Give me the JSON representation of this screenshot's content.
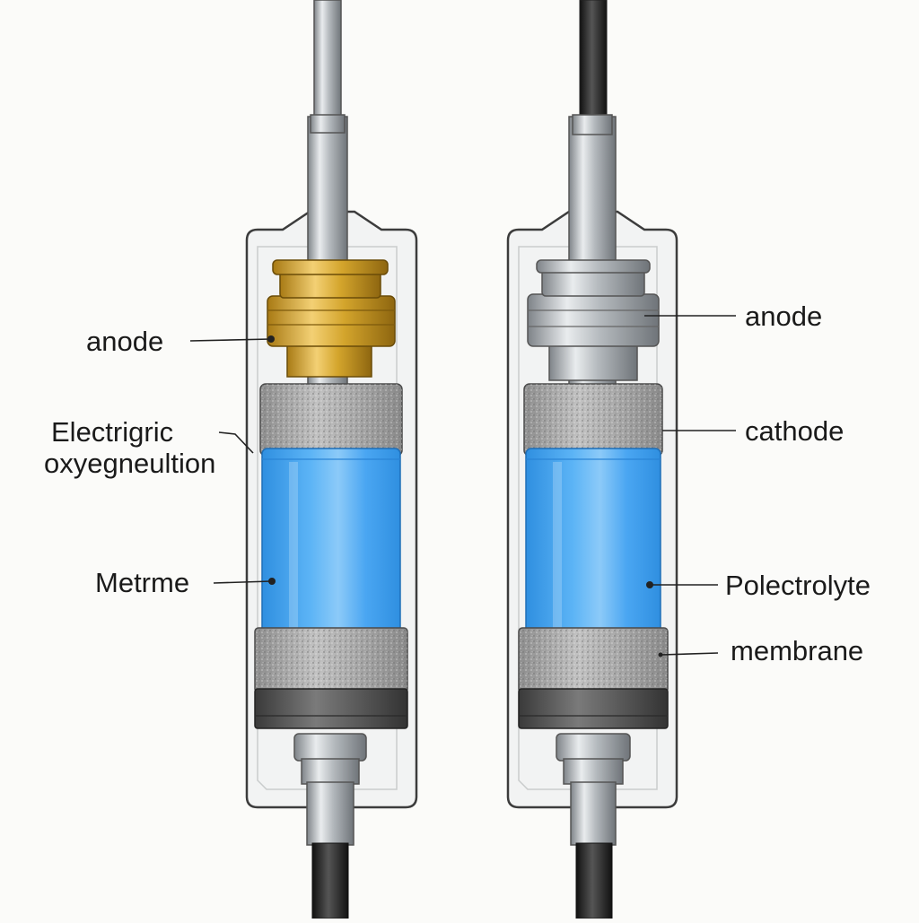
{
  "diagram": {
    "sensors": [
      {
        "id": "left",
        "anode_collar": "brass",
        "labels": {
          "anode": "anode",
          "middle_line1": "Electrigric",
          "middle_line2": "oxyegneultion",
          "lower": "Metrme"
        }
      },
      {
        "id": "right",
        "anode_collar": "silver",
        "labels": {
          "anode": "anode",
          "cathode": "cathode",
          "electrolyte": "Polectrolyte",
          "membrane": "membrane"
        }
      }
    ],
    "colors": {
      "electrolyte": "#4aa6f2",
      "electrolyte_highlight": "#8ccaf8",
      "porous_material": "#a9a9a9",
      "housing_fill": "#f2f3f3",
      "housing_stroke": "#3c3c3c",
      "brass": "#d4a52c",
      "metal": "#b8bcc0",
      "cable": "#2b2b2b",
      "base_ring": "#555555"
    }
  }
}
